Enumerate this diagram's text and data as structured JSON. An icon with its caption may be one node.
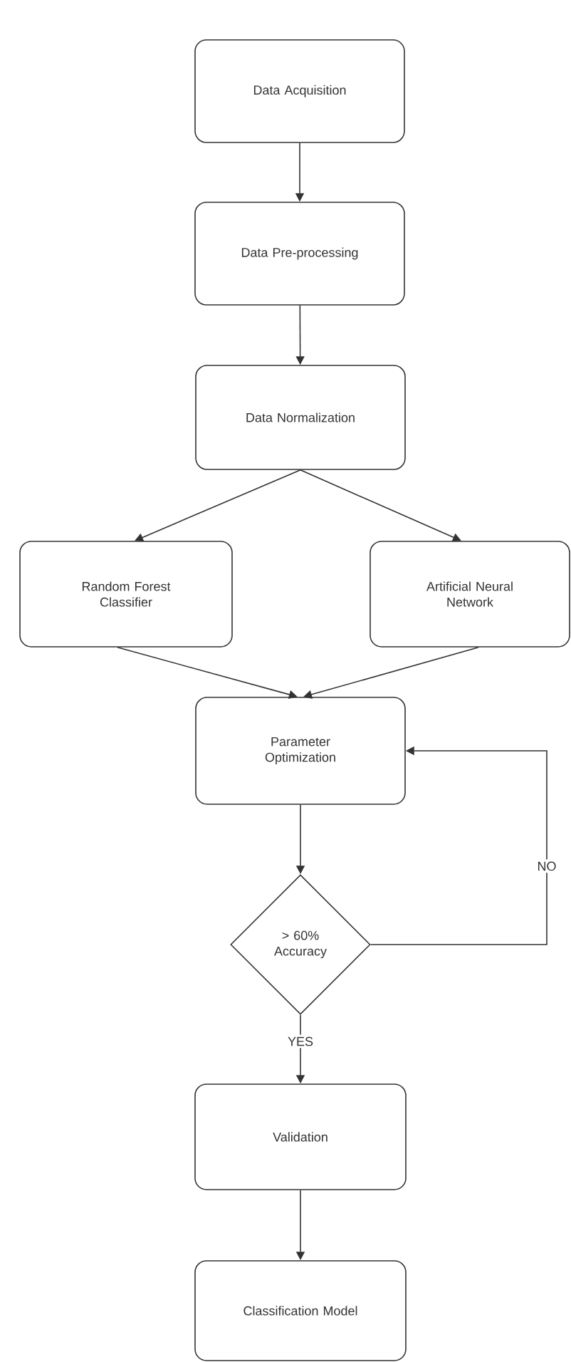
{
  "diagram": {
    "nodes": [
      {
        "text": [
          "Data Acquisition"
        ]
      },
      {
        "text": [
          "Data Pre-processing"
        ]
      },
      {
        "text": [
          "Data Normalization"
        ]
      },
      {
        "text": [
          "Random Forest Classifier"
        ]
      },
      {
        "text": [
          "Artificial Neural Network"
        ]
      },
      {
        "text": [
          "Parameter Optimization"
        ]
      },
      {
        "text": [
          "> 60% Accuracy"
        ]
      },
      {
        "text": [
          "Validation"
        ]
      },
      {
        "text": [
          "Classification Model"
        ]
      }
    ],
    "edges": [
      {
        "from": 0,
        "to": 1,
        "arrow": "to"
      },
      {
        "from": 1,
        "to": 2,
        "arrow": "to"
      },
      {
        "from": 2,
        "to": 3,
        "arrow": "to"
      },
      {
        "from": 2,
        "to": 4,
        "arrow": "to"
      },
      {
        "from": 3,
        "to": 5,
        "arrow": "to"
      },
      {
        "from": 4,
        "to": 5,
        "arrow": "to"
      },
      {
        "from": 5,
        "to": 6,
        "arrow": "to"
      },
      {
        "from": 6,
        "to": 5,
        "arrow": "to",
        "label": "NO"
      },
      {
        "from": 6,
        "to": 7,
        "arrow": "to",
        "label": "YES"
      },
      {
        "from": 7,
        "to": 8,
        "arrow": "to"
      }
    ]
  }
}
